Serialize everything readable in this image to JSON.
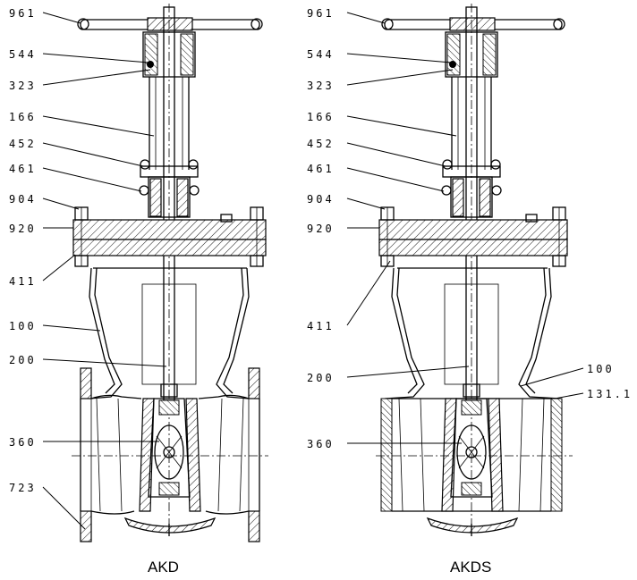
{
  "drawings": [
    {
      "caption": "AKD",
      "labels": [
        "961",
        "544",
        "323",
        "166",
        "452",
        "461",
        "904",
        "920",
        "411",
        "100",
        "200",
        "360",
        "723"
      ]
    },
    {
      "caption": "AKDS",
      "labels": [
        "961",
        "544",
        "323",
        "166",
        "452",
        "461",
        "904",
        "920",
        "411",
        "200",
        "360",
        "100",
        "131.1"
      ]
    }
  ]
}
